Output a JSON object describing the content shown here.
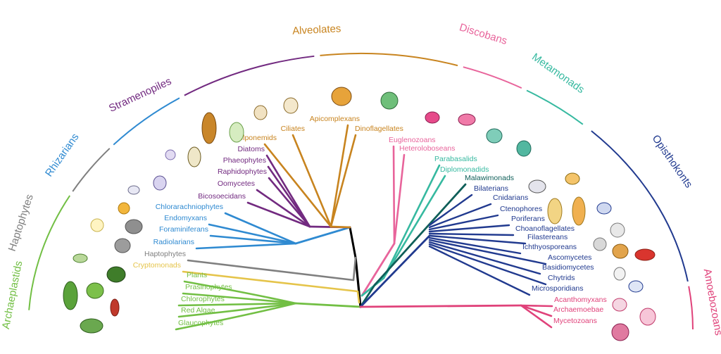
{
  "colors": {
    "archaeplastids": "#72bf44",
    "cryptomonads": "#e5c44a",
    "haptophytes": "#7f7f7f",
    "rhizarians": "#2f8ad1",
    "stramenopiles": "#722a80",
    "alveolates": "#c8841f",
    "discobans": "#e8649b",
    "metamonads": "#36b9a0",
    "malawimonads": "#0f5f59",
    "opisthokonts": "#213a8f",
    "amoebozoans": "#e0427a",
    "root": "#000000"
  },
  "groups": [
    {
      "id": "archaeplastids",
      "label": "Archaeplastids"
    },
    {
      "id": "haptophytes",
      "label": "Haptophytes"
    },
    {
      "id": "rhizarians",
      "label": "Rhizarians"
    },
    {
      "id": "stramenopiles",
      "label": "Stramenopiles"
    },
    {
      "id": "alveolates",
      "label": "Alveolates"
    },
    {
      "id": "discobans",
      "label": "Discobans"
    },
    {
      "id": "metamonads",
      "label": "Metamonads"
    },
    {
      "id": "opisthokonts",
      "label": "Opisthokonts"
    },
    {
      "id": "amoebozoans",
      "label": "Amoebozoans"
    }
  ],
  "leaves": [
    {
      "label": "Glaucophytes",
      "group": "archaeplastids"
    },
    {
      "label": "Red Algae",
      "group": "archaeplastids"
    },
    {
      "label": "Chlorophytes",
      "group": "archaeplastids"
    },
    {
      "label": "Prasinophytes",
      "group": "archaeplastids"
    },
    {
      "label": "Plants",
      "group": "archaeplastids"
    },
    {
      "label": "Cryptomonads",
      "group": "cryptomonads"
    },
    {
      "label": "Haptophytes",
      "group": "haptophytes"
    },
    {
      "label": "Radiolarians",
      "group": "rhizarians"
    },
    {
      "label": "Foraminiferans",
      "group": "rhizarians"
    },
    {
      "label": "Endomyxans",
      "group": "rhizarians"
    },
    {
      "label": "Chlorarachniophytes",
      "group": "rhizarians"
    },
    {
      "label": "Bicosoecidans",
      "group": "stramenopiles"
    },
    {
      "label": "Oomycetes",
      "group": "stramenopiles"
    },
    {
      "label": "Raphidophytes",
      "group": "stramenopiles"
    },
    {
      "label": "Phaeophytes",
      "group": "stramenopiles"
    },
    {
      "label": "Diatoms",
      "group": "stramenopiles"
    },
    {
      "label": "Colponemids",
      "group": "alveolates"
    },
    {
      "label": "Ciliates",
      "group": "alveolates"
    },
    {
      "label": "Apicomplexans",
      "group": "alveolates"
    },
    {
      "label": "Dinoflagellates",
      "group": "alveolates"
    },
    {
      "label": "Euglenozoans",
      "group": "discobans"
    },
    {
      "label": "Heteroloboseans",
      "group": "discobans"
    },
    {
      "label": "Parabasalids",
      "group": "metamonads"
    },
    {
      "label": "Diplomonadids",
      "group": "metamonads"
    },
    {
      "label": "Malawimonads",
      "group": "malawimonads"
    },
    {
      "label": "Bilaterians",
      "group": "opisthokonts"
    },
    {
      "label": "Cnidarians",
      "group": "opisthokonts"
    },
    {
      "label": "Ctenophores",
      "group": "opisthokonts"
    },
    {
      "label": "Poriferans",
      "group": "opisthokonts"
    },
    {
      "label": "Choanoflagellates",
      "group": "opisthokonts"
    },
    {
      "label": "Filastereans",
      "group": "opisthokonts"
    },
    {
      "label": "Ichthyosporeans",
      "group": "opisthokonts"
    },
    {
      "label": "Ascomycetes",
      "group": "opisthokonts"
    },
    {
      "label": "Basidiomycetes",
      "group": "opisthokonts"
    },
    {
      "label": "Chytrids",
      "group": "opisthokonts"
    },
    {
      "label": "Microsporidians",
      "group": "opisthokonts"
    },
    {
      "label": "Acanthomyxans",
      "group": "amoebozoans"
    },
    {
      "label": "Archaemoebae",
      "group": "amoebozoans"
    },
    {
      "label": "Mycetozoans",
      "group": "amoebozoans"
    }
  ]
}
